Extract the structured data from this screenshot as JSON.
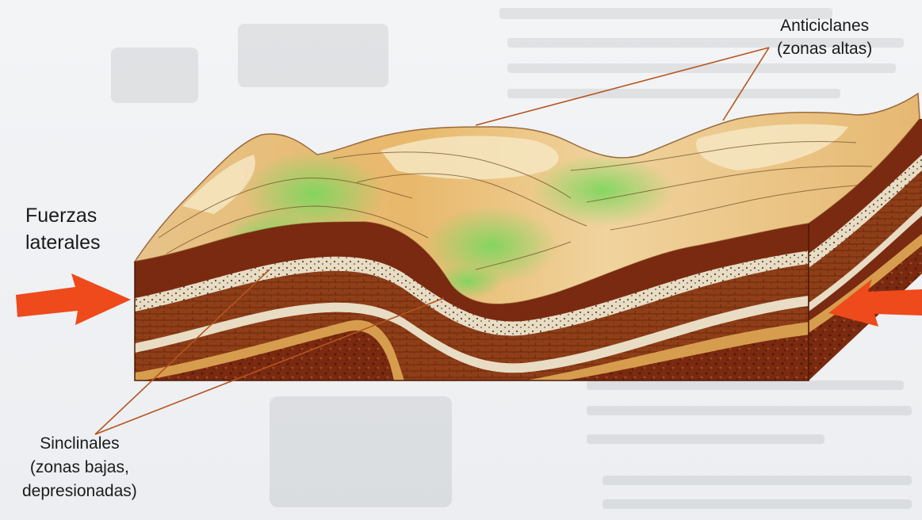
{
  "labels": {
    "lateral_forces": {
      "line1": "Fuerzas",
      "line2": "laterales"
    },
    "anticlines": {
      "line1": "Anticiclanes",
      "line2": "(zonas altas)"
    },
    "synclines": {
      "line1": "Sinclinales",
      "line2": "(zonas bajas,",
      "line3": "depresionadas)"
    }
  },
  "colors": {
    "arrow": "#ee4a1c",
    "leader_line": "#b5541f",
    "surface_sand": "#e9c07a",
    "surface_light": "#f3dcaa",
    "surface_green": "#8fd46a",
    "layer_dark_brown": "#7a2a10",
    "layer_mid_brown": "#9a4a1f",
    "layer_light": "#e8dcc4",
    "layer_tan": "#d79d4e",
    "layer_orange": "#b5661e",
    "background_paper": "#f3f4f6"
  }
}
